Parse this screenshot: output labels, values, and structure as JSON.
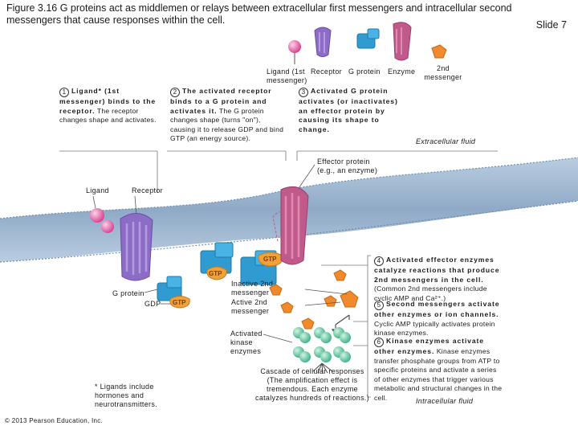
{
  "title": "Figure 3.16 G proteins act as middlemen or relays between extracellular first messengers and intracellular second messengers that cause responses within the cell.",
  "slide": "Slide 7",
  "legend": {
    "ligand": "Ligand (1st messenger)",
    "receptor": "Receptor",
    "g_protein": "G protein",
    "enzyme": "Enzyme",
    "second_messenger": "2nd messenger"
  },
  "steps": [
    {
      "num": "1",
      "bold": "Ligand* (1st messenger) binds to the receptor.",
      "text": "The receptor changes shape and activates."
    },
    {
      "num": "2",
      "bold": "The activated receptor binds to a G protein and activates it.",
      "text": "The G protein changes shape (turns \"on\"), causing it to release GDP and bind GTP (an energy source)."
    },
    {
      "num": "3",
      "bold": "Activated G protein activates (or inactivates) an effector protein by causing its shape to change.",
      "text": ""
    },
    {
      "num": "4",
      "bold": "Activated effector enzymes catalyze reactions that produce 2nd messengers in the cell.",
      "text": "(Common 2nd messengers include cyclic AMP and Ca²⁺.)"
    },
    {
      "num": "5",
      "bold": "Second messengers activate other enzymes or ion channels.",
      "text": "Cyclic AMP typically activates protein kinase enzymes."
    },
    {
      "num": "6",
      "bold": "Kinase enzymes activate other enzymes.",
      "text": "Kinase enzymes transfer phosphate groups from ATP to specific proteins and activate a series of other enzymes that trigger various metabolic and structural changes in the cell."
    }
  ],
  "labels": {
    "extracellular_fluid": "Extracellular fluid",
    "effector_protein": "Effector protein (e.g., an enzyme)",
    "ligand": "Ligand",
    "receptor": "Receptor",
    "g_protein": "G protein",
    "gdp": "GDP",
    "gtp": "GTP",
    "inactive_2nd": "Inactive 2nd messenger",
    "active_2nd": "Active 2nd messenger",
    "activated_kinase": "Activated kinase enzymes",
    "cascade": "Cascade of cellular responses (The amplification effect is tremendous. Each enzyme catalyzes hundreds of reactions.)",
    "footnote": "* Ligands include hormones and neurotransmitters.",
    "intracellular_fluid": "Intracellular fluid",
    "copyright": "© 2013 Pearson Education, Inc."
  },
  "colors": {
    "ligand": "#e04a9a",
    "receptor": "#8c6cc4",
    "g_protein": "#2f9bd0",
    "enzyme": "#c05a8a",
    "second_messenger": "#f08a2c",
    "kinase": "#5cc29a",
    "membrane": "#9ab4cf",
    "gtp": "#f0a23a"
  }
}
